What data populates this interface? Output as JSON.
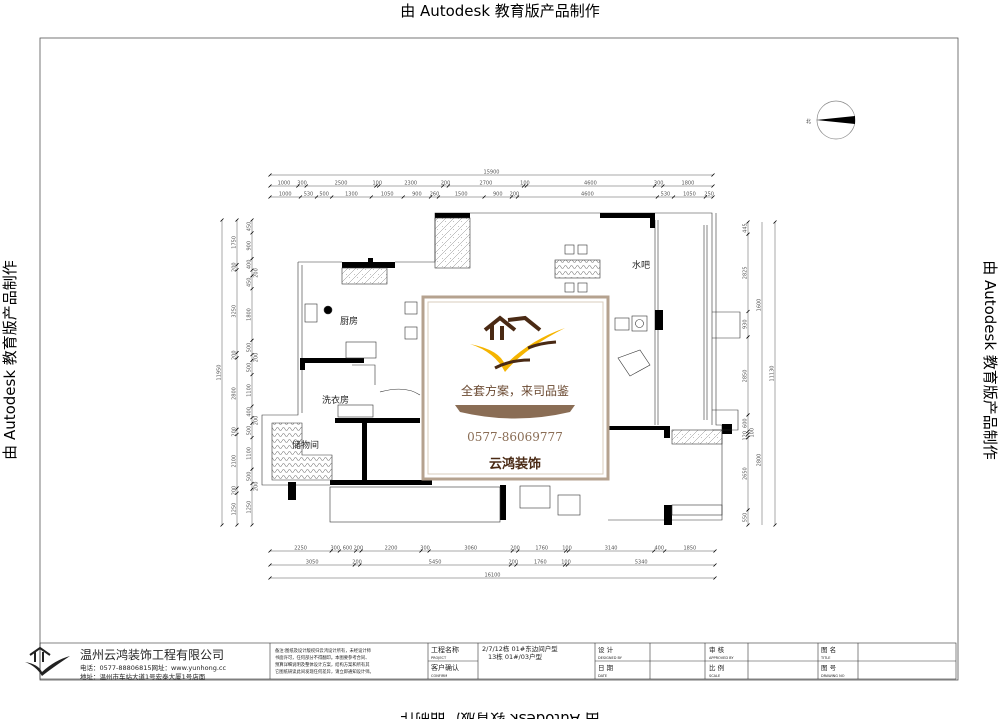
{
  "watermark": {
    "text": "由 Autodesk 教育版产品制作"
  },
  "compass": {
    "label": "北"
  },
  "rooms": {
    "kitchen": "厨房",
    "laundry": "洗衣房",
    "storage": "储物间",
    "water_bar": "水吧"
  },
  "dimensions": {
    "top": {
      "total": "15900",
      "row1": [
        "1000",
        "300",
        "2500",
        "100",
        "2300",
        "200",
        "2700",
        "100",
        "4600",
        "300",
        "1800"
      ],
      "row2": [
        "1000",
        "530",
        "500",
        "1300",
        "1050",
        "900",
        "260",
        "1500",
        "900",
        "200",
        "4600",
        "530",
        "1050",
        "250"
      ]
    },
    "bottom": {
      "total": "16100",
      "row1": [
        "2250",
        "300",
        "600",
        "200",
        "2200",
        "300",
        "3060",
        "200",
        "1760",
        "100",
        "3140",
        "400",
        "1850"
      ],
      "row2": [
        "3050",
        "200",
        "5450",
        "200",
        "1760",
        "100",
        "5340"
      ]
    },
    "left": {
      "total": "11950",
      "outer": [
        "1750",
        "200",
        "3250",
        "200",
        "2800",
        "200",
        "2100",
        "200",
        "1250"
      ],
      "inner": [
        "450",
        "900",
        "400",
        "200",
        "450",
        "1800",
        "500",
        "200",
        "500",
        "1100",
        "400",
        "200",
        "500",
        "1100",
        "500",
        "200",
        "1250"
      ]
    },
    "right": {
      "total": "11130",
      "inner": [
        "445",
        "2825",
        "930",
        "2850",
        "600",
        "100",
        "120",
        "2650",
        "550"
      ],
      "mid": [
        "1600",
        "2800"
      ]
    }
  },
  "ad": {
    "slogan": "全套方案，来司品鉴",
    "phone": "0577-86069777",
    "brand": "云鸿装饰",
    "logo_color": "#f5b400",
    "brand_color": "#4a2a14"
  },
  "title_block": {
    "company": "温州云鸿装饰工程有限公司",
    "contact": "电话：0577-88806815网址：www.yunhong.cc",
    "address": "地址：温州市车站大道1号宏泰大厦1号店面",
    "notes": [
      "备注:图纸及设计版权归云鸿设计所有，未经设计师",
      "书面许可，任何部分不得翻印。本图要参考合同、",
      "预算详细说明及整体设计方案，结构方案和所有其",
      "它图纸研读此间发现任何差异，请立即通知设计师。"
    ],
    "project_label": "工程名称",
    "project_label_en": "PROJECT",
    "project_value": [
      "2/7/12栋  01#东边间户型",
      "13栋  01#/03户型"
    ],
    "confirm_label": "客户确认",
    "confirm_label_en": "CONFIRM",
    "designed_label": "设 计",
    "designed_label_en": "DESIGNED BY",
    "date_label": "日 期",
    "date_label_en": "DATE",
    "approved_label": "审 核",
    "approved_label_en": "APPROVED BY",
    "scale_label": "比 例",
    "scale_label_en": "SCALE",
    "title_label": "图 名",
    "title_label_en": "TITLE",
    "drawing_no_label": "图 号",
    "drawing_no_label_en": "DRAWING NO"
  }
}
